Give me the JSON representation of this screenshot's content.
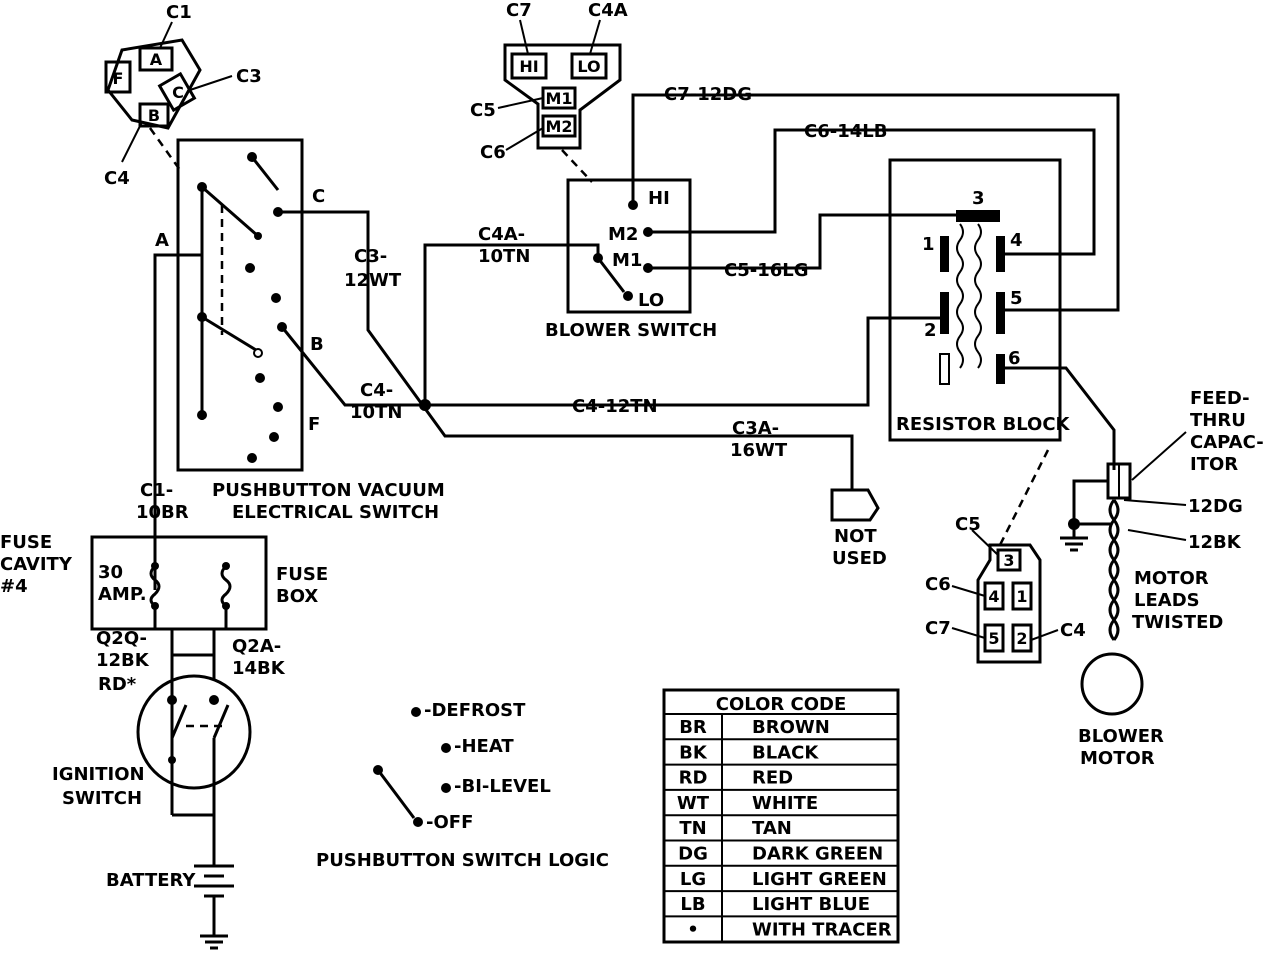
{
  "connectors": {
    "vacuum_plug": {
      "c1": "C1",
      "a": "A",
      "f": "F",
      "c": "C",
      "c3": "C3",
      "b": "B",
      "c4": "C4"
    },
    "blower_plug": {
      "c7": "C7",
      "c4a": "C4A",
      "hi": "HI",
      "lo": "LO",
      "c5": "C5",
      "m1": "M1",
      "c6": "C6",
      "m2": "M2"
    },
    "resistor_plug": {
      "c5": "C5",
      "c6": "C6",
      "c7": "C7",
      "c4": "C4",
      "p3": "3",
      "p4": "4",
      "p1": "1",
      "p5": "5",
      "p2": "2"
    }
  },
  "pushbutton_switch": {
    "title_line1": "PUSHBUTTON VACUUM",
    "title_line2": "ELECTRICAL SWITCH",
    "pin_a": "A",
    "pin_c": "C",
    "pin_b": "B",
    "pin_f": "F"
  },
  "blower_switch": {
    "title": "BLOWER SWITCH",
    "hi": "HI",
    "m2": "M2",
    "m1": "M1",
    "lo": "LO"
  },
  "resistor_block": {
    "title": "RESISTOR BLOCK",
    "t3": "3",
    "t1": "1",
    "t4": "4",
    "t5": "5",
    "t2": "2",
    "t6": "6"
  },
  "wires": {
    "c7_12dg": "C7-12DG",
    "c6_14lb": "C6-14LB",
    "c4a_1": "C4A-",
    "c4a_2": "10TN",
    "c3_1": "C3-",
    "c3_2": "12WT",
    "c5_16lg": "C5-16LG",
    "c4_1": "C4-",
    "c4_2": "10TN",
    "c4_12tn": "C4-12TN",
    "c3a_1": "C3A-",
    "c3a_2": "16WT",
    "c1_1": "C1-",
    "c1_2": "10BR",
    "q2q_1": "Q2Q-",
    "q2q_2": "12BK",
    "q2q_3": "RD*",
    "q2a_1": "Q2A-",
    "q2a_2": "14BK",
    "dg12": "12DG",
    "bk12": "12BK"
  },
  "not_used": {
    "line1": "NOT",
    "line2": "USED"
  },
  "fuse": {
    "cavity_1": "FUSE",
    "cavity_2": "CAVITY",
    "cavity_3": "#4",
    "amp_1": "30",
    "amp_2": "AMP.",
    "box_1": "FUSE",
    "box_2": "BOX"
  },
  "ignition": {
    "line1": "IGNITION",
    "line2": "SWITCH"
  },
  "battery": "BATTERY",
  "capacitor": {
    "line1": "FEED-",
    "line2": "THRU",
    "line3": "CAPAC-",
    "line4": "ITOR"
  },
  "motor_leads": {
    "line1": "MOTOR",
    "line2": "LEADS",
    "line3": "TWISTED"
  },
  "blower_motor": {
    "line1": "BLOWER",
    "line2": "MOTOR"
  },
  "logic": {
    "defrost": "-DEFROST",
    "heat": "-HEAT",
    "bilevel": "-BI-LEVEL",
    "off": "-OFF",
    "title": "PUSHBUTTON SWITCH LOGIC"
  },
  "color_code": {
    "title": "COLOR CODE",
    "rows": [
      {
        "code": "BR",
        "name": "BROWN"
      },
      {
        "code": "BK",
        "name": "BLACK"
      },
      {
        "code": "RD",
        "name": "RED"
      },
      {
        "code": "WT",
        "name": "WHITE"
      },
      {
        "code": "TN",
        "name": "TAN"
      },
      {
        "code": "DG",
        "name": "DARK GREEN"
      },
      {
        "code": "LG",
        "name": "LIGHT GREEN"
      },
      {
        "code": "LB",
        "name": "LIGHT BLUE"
      },
      {
        "code": "•",
        "name": "WITH TRACER"
      }
    ]
  }
}
